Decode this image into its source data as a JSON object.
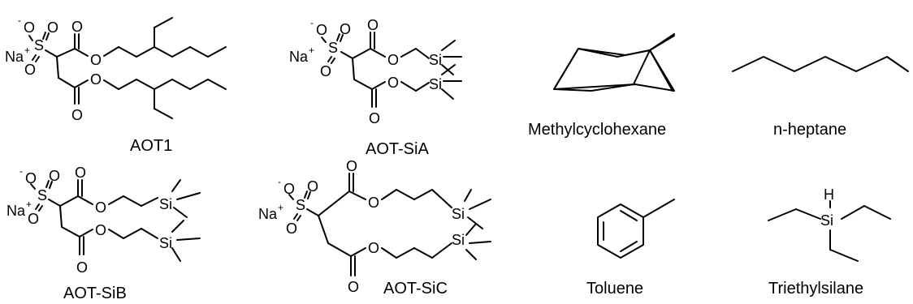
{
  "compounds": {
    "aot1": {
      "name": "AOT1"
    },
    "aot_sia": {
      "name": "AOT-SiA"
    },
    "aot_sib": {
      "name": "AOT-SiB"
    },
    "aot_sic": {
      "name": "AOT-SiC"
    },
    "methylcyclohexane": {
      "name": "Methylcyclohexane"
    },
    "n_heptane": {
      "name": "n-heptane"
    },
    "toluene": {
      "name": "Toluene"
    },
    "triethylsilane": {
      "name": "Triethylsilane"
    }
  },
  "atoms": {
    "o": "O",
    "o_minus": "-",
    "s": "S",
    "na": "Na",
    "plus": "+",
    "si": "Si",
    "h": "H"
  }
}
